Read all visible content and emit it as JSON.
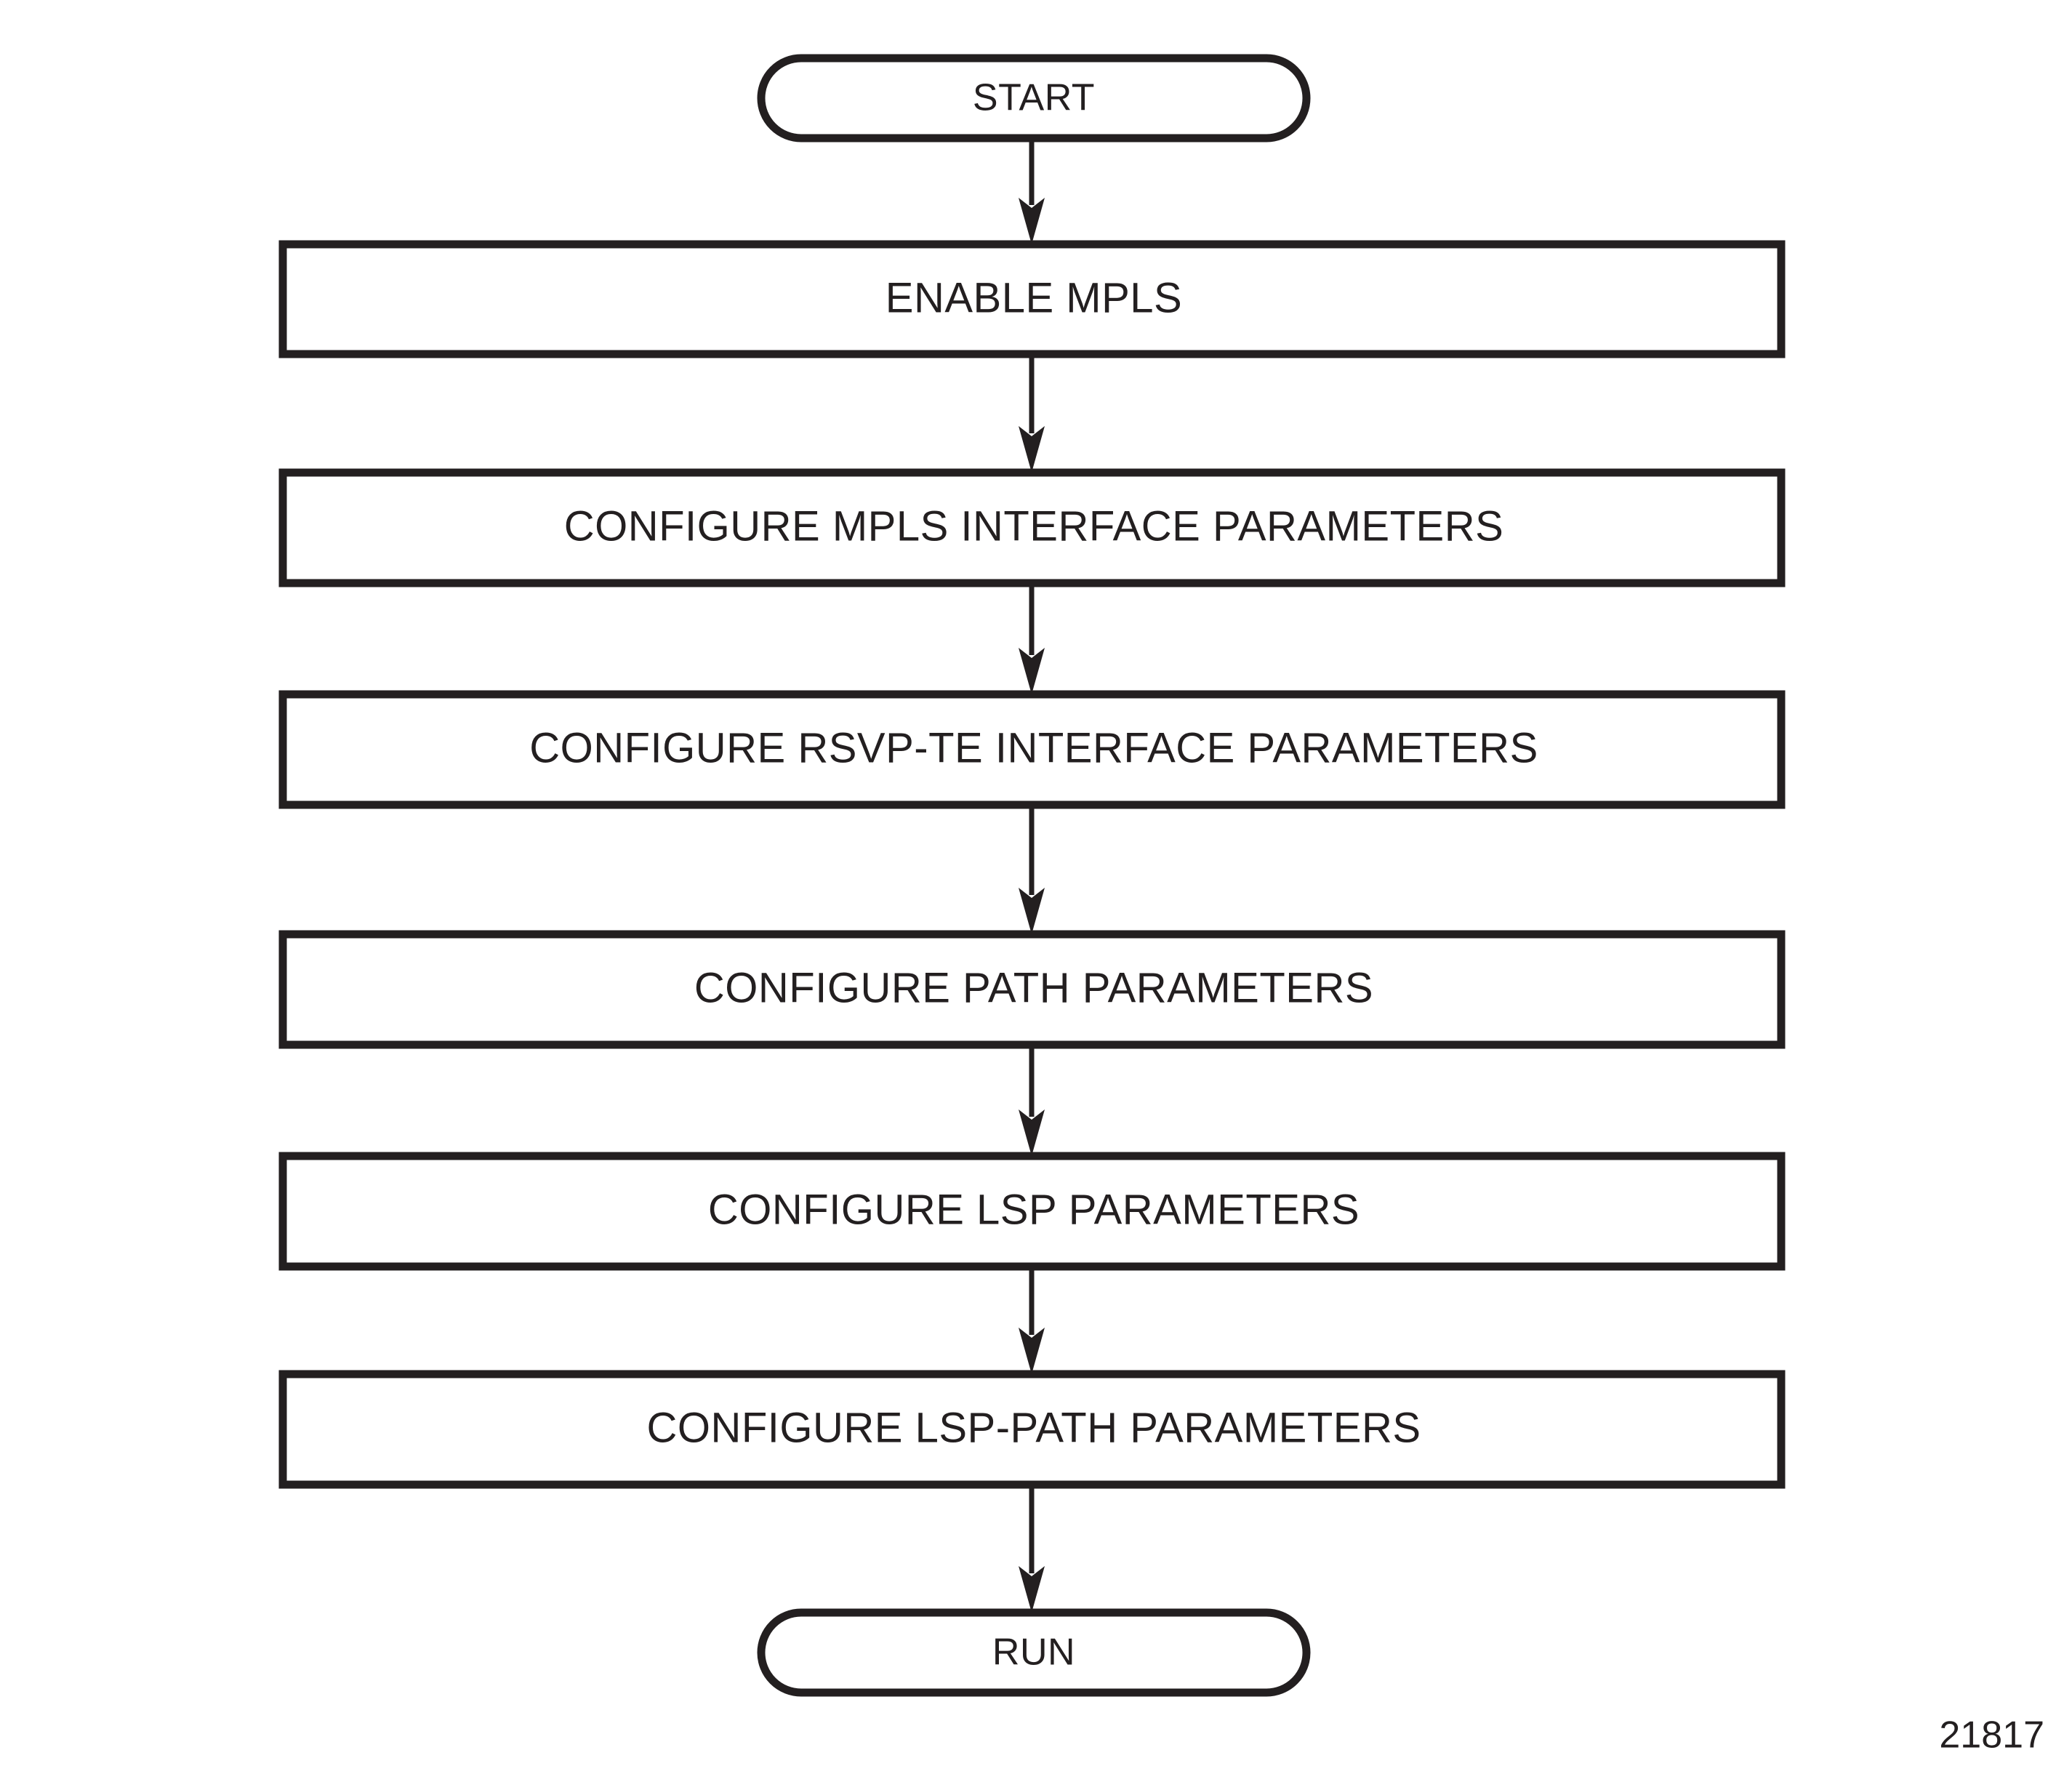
{
  "figure": {
    "number": "21817",
    "stroke_color": "#231F20",
    "fill_color": "#ffffff",
    "background": "#ffffff"
  },
  "flowchart": {
    "orientation": "vertical-top-to-bottom",
    "nodes": [
      {
        "id": "start",
        "type": "terminal",
        "label": "START"
      },
      {
        "id": "enable-mpls",
        "type": "process",
        "label": "ENABLE MPLS"
      },
      {
        "id": "mpls-interface",
        "type": "process",
        "label": "CONFIGURE MPLS INTERFACE PARAMETERS"
      },
      {
        "id": "rsvpte-interface",
        "type": "process",
        "label": "CONFIGURE RSVP-TE INTERFACE PARAMETERS"
      },
      {
        "id": "path-params",
        "type": "process",
        "label": "CONFIGURE PATH PARAMETERS"
      },
      {
        "id": "lsp-params",
        "type": "process",
        "label": "CONFIGURE LSP PARAMETERS"
      },
      {
        "id": "lsp-path-params",
        "type": "process",
        "label": "CONFIGURE LSP-PATH PARAMETERS"
      },
      {
        "id": "run",
        "type": "terminal",
        "label": "RUN"
      }
    ],
    "edges": [
      {
        "from": "start",
        "to": "enable-mpls",
        "arrow": "down"
      },
      {
        "from": "enable-mpls",
        "to": "mpls-interface",
        "arrow": "down"
      },
      {
        "from": "mpls-interface",
        "to": "rsvpte-interface",
        "arrow": "down"
      },
      {
        "from": "rsvpte-interface",
        "to": "path-params",
        "arrow": "down"
      },
      {
        "from": "path-params",
        "to": "lsp-params",
        "arrow": "down"
      },
      {
        "from": "lsp-params",
        "to": "lsp-path-params",
        "arrow": "down"
      },
      {
        "from": "lsp-path-params",
        "to": "run",
        "arrow": "down"
      }
    ]
  }
}
